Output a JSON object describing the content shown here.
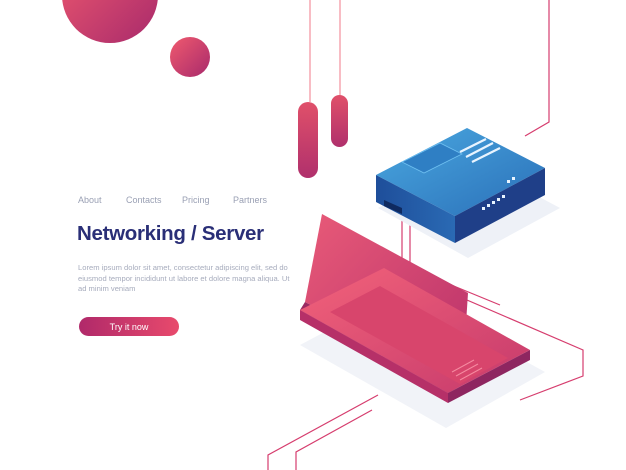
{
  "nav": {
    "items": [
      {
        "label": "About"
      },
      {
        "label": "Contacts"
      },
      {
        "label": "Pricing"
      },
      {
        "label": "Partners"
      }
    ]
  },
  "hero": {
    "title": "Networking / Server",
    "body": "Lorem ipsum dolor sit amet, consectetur adipiscing elit, sed do eiusmod tempor incididunt ut labore et dolore magna aliqua. Ut ad minim veniam",
    "cta_label": "Try it now"
  },
  "colors": {
    "title": "#2a2f77",
    "nav_text": "#9aa0b4",
    "accent_pink": "#e84a6c",
    "accent_magenta": "#b0296a",
    "router_blue": "#2a86c8"
  },
  "illustration": {
    "router_icon": "router-icon",
    "laptop_icon": "laptop-icon"
  }
}
